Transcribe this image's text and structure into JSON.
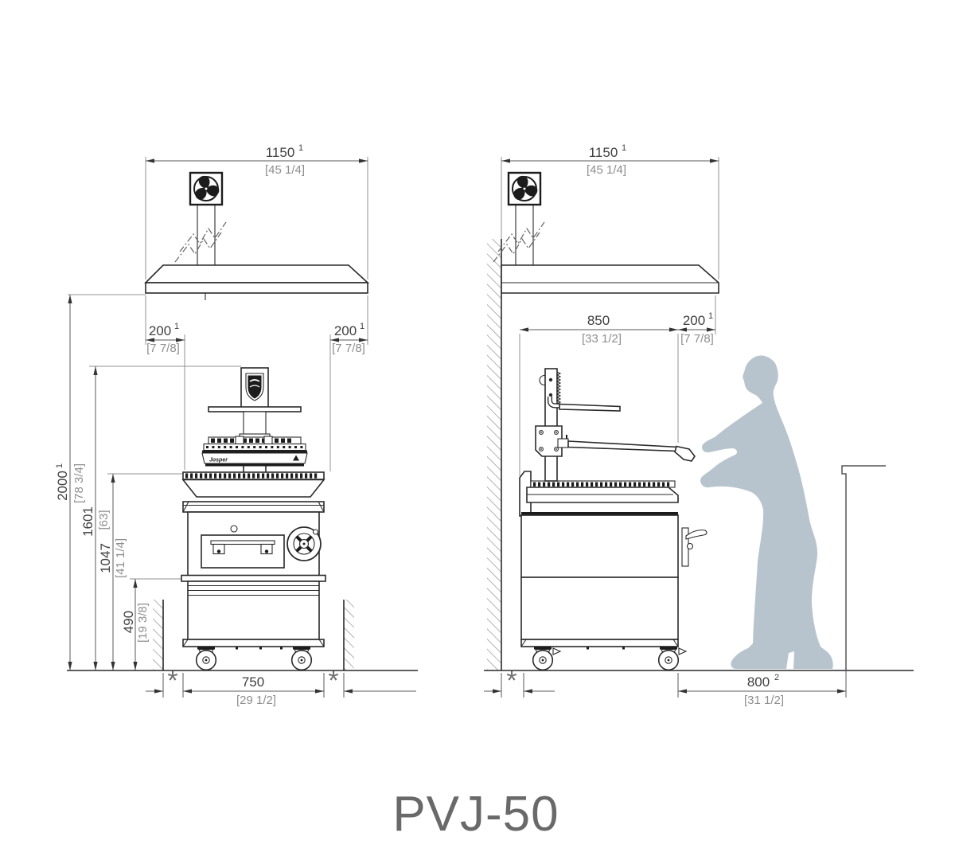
{
  "title": "PVJ-50",
  "brand": {
    "logo_label": "Josper"
  },
  "colors": {
    "drawing_line": "#2a2a2a",
    "dimension_line": "#5a5a5a",
    "dimension_text": "#404040",
    "inch_text": "#8e8e8e",
    "silhouette": "#b8c4cd",
    "title_text": "#696969"
  },
  "front_view": {
    "dims": {
      "hood_width": {
        "mm": "1150",
        "note": "1",
        "in": "[45 1/4]"
      },
      "hood_overhang_left": {
        "mm": "200",
        "note": "1",
        "in": "[7 7/8]"
      },
      "hood_overhang_right": {
        "mm": "200",
        "note": "1",
        "in": "[7 7/8]"
      },
      "hood_height": {
        "mm": "2000",
        "note": "1",
        "in": "[78 3/4]"
      },
      "grill_raised_height": {
        "mm": "1601",
        "in": "[63]"
      },
      "worktop_height": {
        "mm": "1047",
        "in": "[41 1/4]"
      },
      "lower_body_height": {
        "mm": "490",
        "in": "[19 3/8]"
      },
      "body_width": {
        "mm": "750",
        "in": "[29 1/2]"
      },
      "wall_gap_left": "*",
      "wall_gap_right": "*"
    }
  },
  "side_view": {
    "dims": {
      "hood_depth": {
        "mm": "1150",
        "note": "1",
        "in": "[45 1/4]"
      },
      "body_depth": {
        "mm": "850",
        "in": "[33 1/2]"
      },
      "hood_overhang_front": {
        "mm": "200",
        "note": "1",
        "in": "[7 7/8]"
      },
      "front_clearance": {
        "mm": "800",
        "note": "2",
        "in": "[31 1/2]"
      },
      "wall_gap_back": "*"
    }
  }
}
